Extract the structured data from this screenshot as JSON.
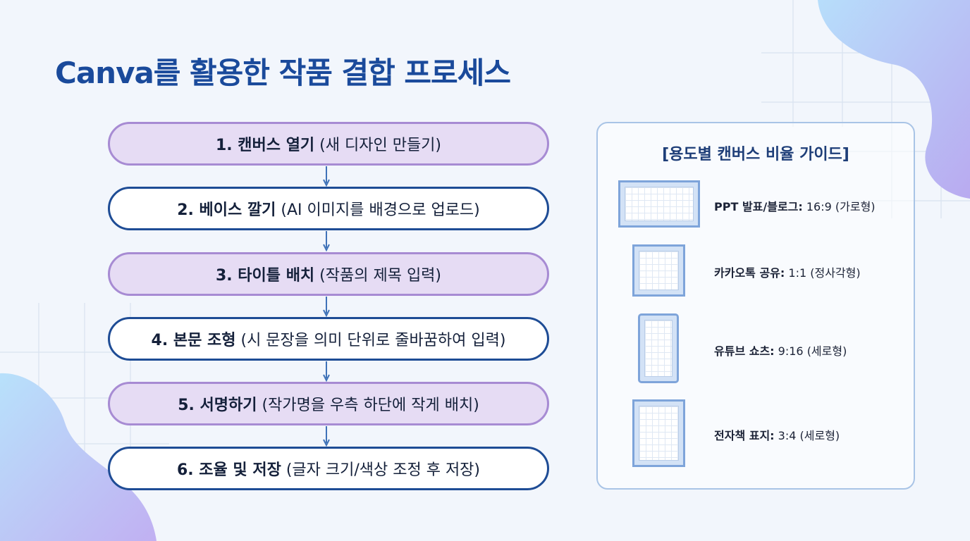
{
  "title": "Canva를 활용한 작품 결합 프로세스",
  "steps": [
    {
      "label": "1. 캔버스 열기",
      "detail": "(새 디자인 만들기)"
    },
    {
      "label": "2. 베이스 깔기",
      "detail": "(AI 이미지를 배경으로 업로드)"
    },
    {
      "label": "3. 타이틀 배치",
      "detail": "(작품의 제목 입력)"
    },
    {
      "label": "4. 본문 조형",
      "detail": "(시 문장을 의미 단위로 줄바꿈하여 입력)"
    },
    {
      "label": "5. 서명하기",
      "detail": "(작가명을 우측 하단에 작게 배치)"
    },
    {
      "label": "6. 조율 및 저장",
      "detail": "(글자 크기/색상 조정 후 저장)"
    }
  ],
  "guide": {
    "title": "[용도별 캔버스 비율 가이드]",
    "items": [
      {
        "name": "PPT 발표/블로그:",
        "ratio": "16:9 (가로형)"
      },
      {
        "name": "카카오톡 공유:",
        "ratio": "1:1 (정사각형)"
      },
      {
        "name": "유튜브 쇼츠:",
        "ratio": "9:16 (세로형)"
      },
      {
        "name": "전자책 표지:",
        "ratio": "3:4 (세로형)"
      }
    ]
  },
  "colors": {
    "title": "#1a4a9b",
    "step_purple_fill": "#e6dcf4",
    "step_purple_border": "#a78bd3",
    "step_white_border": "#1e4c95",
    "arrow": "#3f72b8",
    "panel_border": "#a9c4e6"
  }
}
